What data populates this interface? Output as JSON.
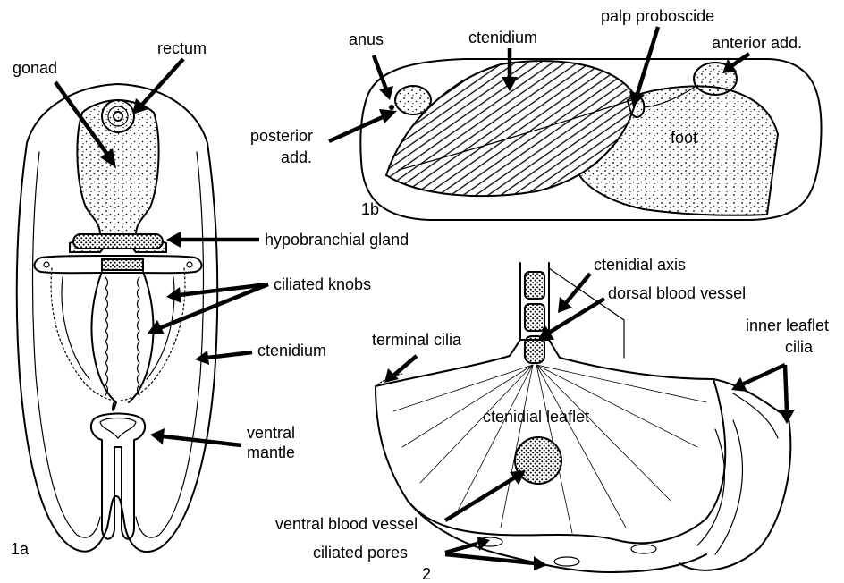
{
  "panels": {
    "p1a": "1a",
    "p1b": "1b",
    "p2": "2"
  },
  "labels": {
    "gonad": "gonad",
    "rectum": "rectum",
    "hypobranchial_gland": "hypobranchial gland",
    "ciliated_knobs": "ciliated knobs",
    "ctenidium_1a": "ctenidium",
    "ventral_mantle_1": "ventral",
    "ventral_mantle_2": "mantle",
    "anus": "anus",
    "ctenidium_1b": "ctenidium",
    "palp_proboscide": "palp proboscide",
    "anterior_add": "anterior add.",
    "posterior_add_1": "posterior",
    "posterior_add_2": "add.",
    "foot": "foot",
    "ctenidial_axis": "ctenidial axis",
    "dorsal_blood_vessel": "dorsal blood vessel",
    "terminal_cilia": "terminal cilia",
    "inner_leaflet_cilia_1": "inner leaflet",
    "inner_leaflet_cilia_2": "cilia",
    "ctenidial_leaflet": "ctenidial leaflet",
    "ventral_blood_vessel": "ventral blood vessel",
    "ciliated_pores": "ciliated pores"
  }
}
